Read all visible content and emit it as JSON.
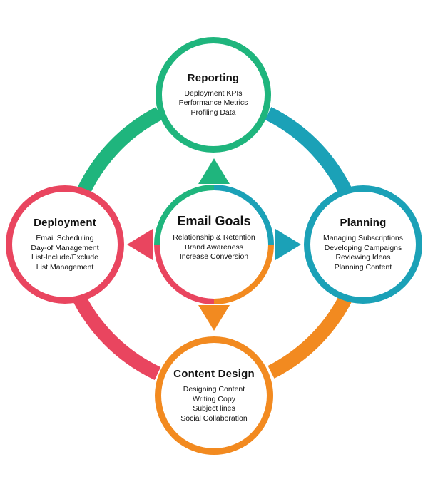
{
  "colors": {
    "green": "#1fb57d",
    "teal": "#1ba1b7",
    "orange": "#f28a20",
    "red": "#e9455f"
  },
  "center": {
    "title": "Email Goals",
    "items": [
      "Relationship & Retention",
      "Brand Awareness",
      "Increase Conversion"
    ]
  },
  "nodes": {
    "reporting": {
      "title": "Reporting",
      "items": [
        "Deployment KPIs",
        "Performance Metrics",
        "Profiling Data"
      ]
    },
    "deployment": {
      "title": "Deployment",
      "items": [
        "Email Scheduling",
        "Day-of Management",
        "List-Include/Exclude",
        "List Management"
      ]
    },
    "planning": {
      "title": "Planning",
      "items": [
        "Managing Subscriptions",
        "Developing Campaigns",
        "Reviewing Ideas",
        "Planning Content"
      ]
    },
    "content_design": {
      "title": "Content Design",
      "items": [
        "Designing Content",
        "Writing Copy",
        "Subject lines",
        "Social Collaboration"
      ]
    }
  }
}
